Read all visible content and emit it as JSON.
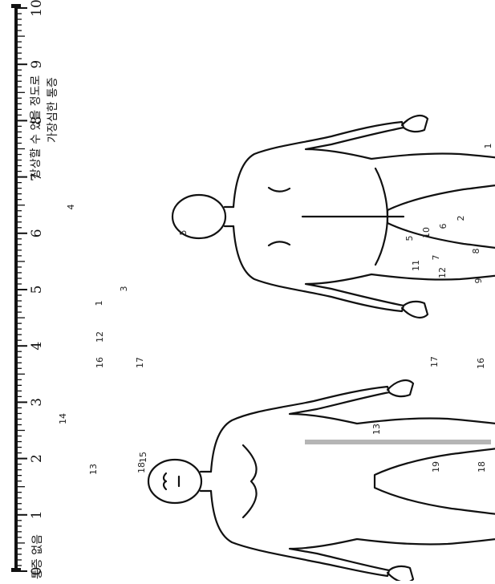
{
  "scale": {
    "min": 0,
    "max": 10,
    "ticks": [
      "0",
      "1",
      "2",
      "3",
      "4",
      "5",
      "6",
      "7",
      "8",
      "9",
      "10"
    ],
    "left_anchor_label": "통증 없음",
    "right_anchor_line1": "상상할 수 있을 정도로",
    "right_anchor_line2": "가장심한 통증"
  },
  "front_figure": {
    "region_numbers": [
      "1",
      "2",
      "4",
      "5",
      "6",
      "7",
      "8",
      "9",
      "10",
      "11",
      "12",
      "13",
      "14",
      "16",
      "17",
      "18",
      "19"
    ]
  },
  "back_figure": {
    "region_numbers": [
      "1",
      "3",
      "4",
      "5",
      "12",
      "13",
      "14",
      "15",
      "16",
      "17",
      "18"
    ]
  },
  "colors": {
    "ink": "#111111",
    "background": "#ffffff",
    "midline_front": "#b5b5b5"
  }
}
